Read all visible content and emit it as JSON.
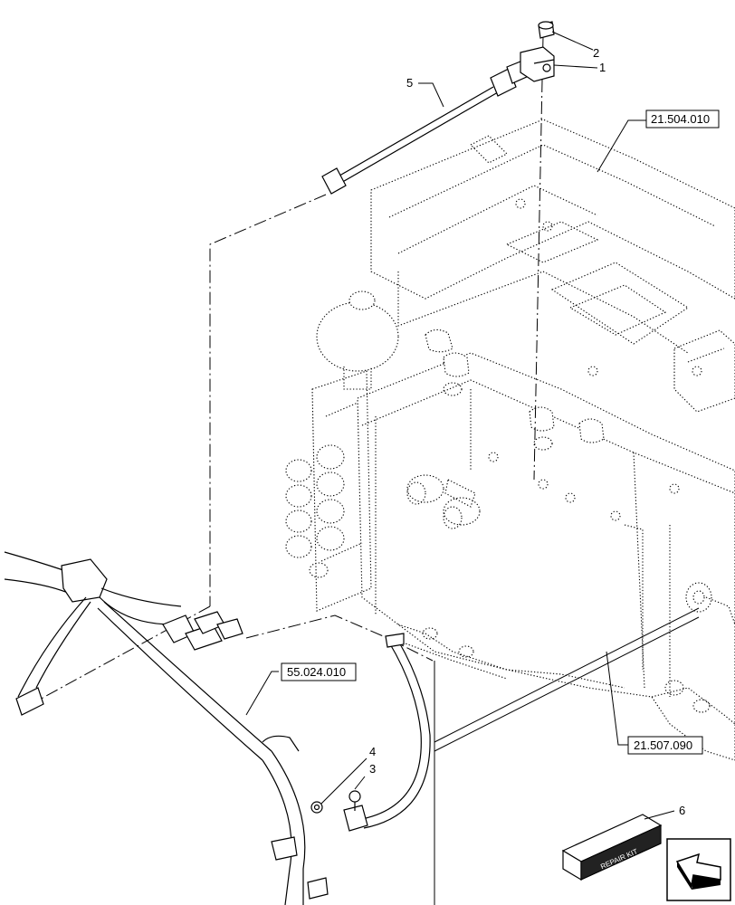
{
  "callouts": {
    "c1": "1",
    "c2": "2",
    "c3": "3",
    "c4": "4",
    "c5": "5",
    "c6": "6"
  },
  "references": {
    "r1": "21.504.010",
    "r2": "55.024.010",
    "r3": "21.507.090"
  },
  "kit_box_label": "REPAIR KIT",
  "icons": {
    "nav": "return-arrow-icon"
  }
}
